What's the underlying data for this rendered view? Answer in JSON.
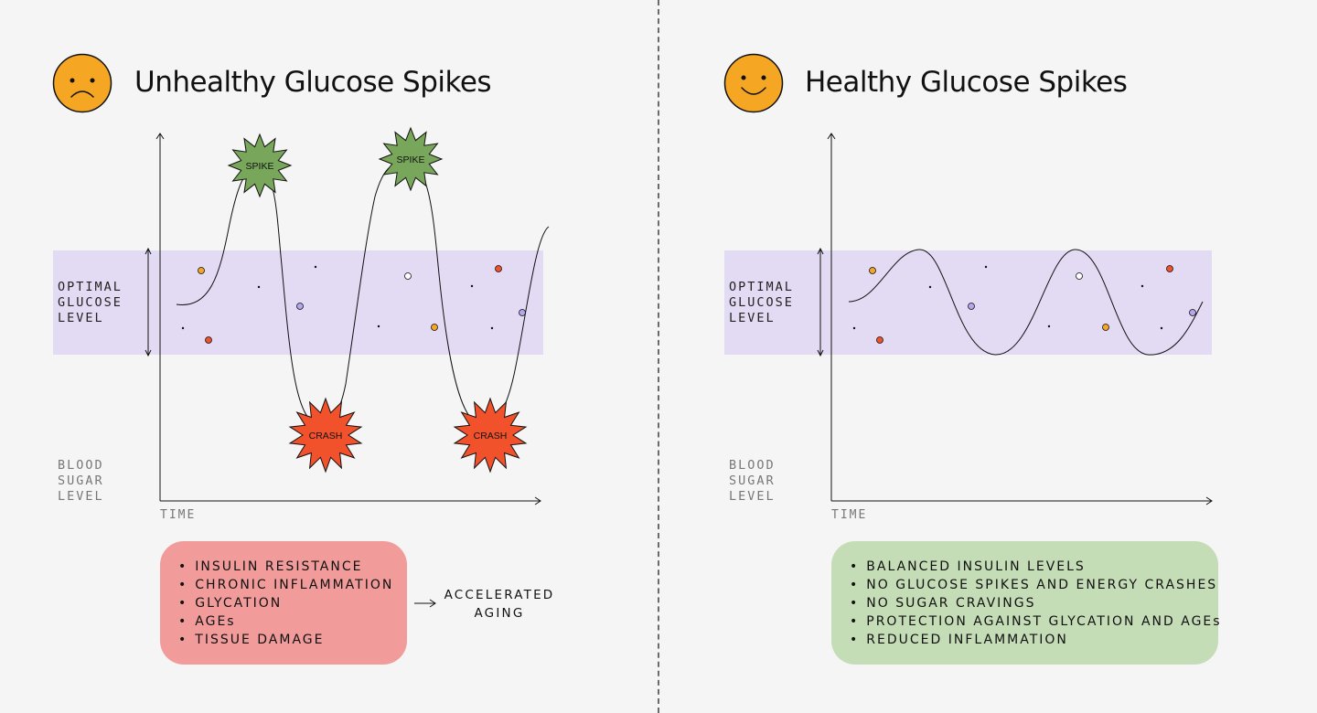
{
  "left": {
    "title": "Unhealthy Glucose Spikes",
    "face": "sad-face-icon",
    "band_label": [
      "OPTIMAL",
      "GLUCOSE",
      "LEVEL"
    ],
    "y_label": [
      "BLOOD",
      "SUGAR",
      "LEVEL"
    ],
    "x_label": "TIME",
    "spike_labels": [
      "SPIKE",
      "SPIKE"
    ],
    "crash_labels": [
      "CRASH",
      "CRASH"
    ],
    "effects": [
      "INSULIN RESISTANCE",
      "CHRONIC INFLAMMATION",
      "GLYCATION",
      "AGEs",
      "TISSUE DAMAGE"
    ],
    "result": [
      "ACCELERATED",
      "AGING"
    ]
  },
  "right": {
    "title": "Healthy Glucose Spikes",
    "face": "happy-face-icon",
    "band_label": [
      "OPTIMAL",
      "GLUCOSE",
      "LEVEL"
    ],
    "y_label": [
      "BLOOD",
      "SUGAR",
      "LEVEL"
    ],
    "x_label": "TIME",
    "benefits": [
      "BALANCED INSULIN LEVELS",
      "NO GLUCOSE SPIKES AND ENERGY CRASHES",
      "NO SUGAR CRAVINGS",
      "PROTECTION AGAINST GLYCATION AND AGEs",
      "REDUCED INFLAMMATION"
    ]
  },
  "colors": {
    "background": "#f5f5f5",
    "optimal_band": "#e3daf3",
    "spike": "#78a65a",
    "crash": "#f2522b",
    "face": "#f5a623",
    "unhealthy_box": "#f29b9b",
    "healthy_box": "#c5ddb7",
    "dot_orange": "#f5a623",
    "dot_red": "#f2522b",
    "dot_purple": "#b3a8ea"
  }
}
